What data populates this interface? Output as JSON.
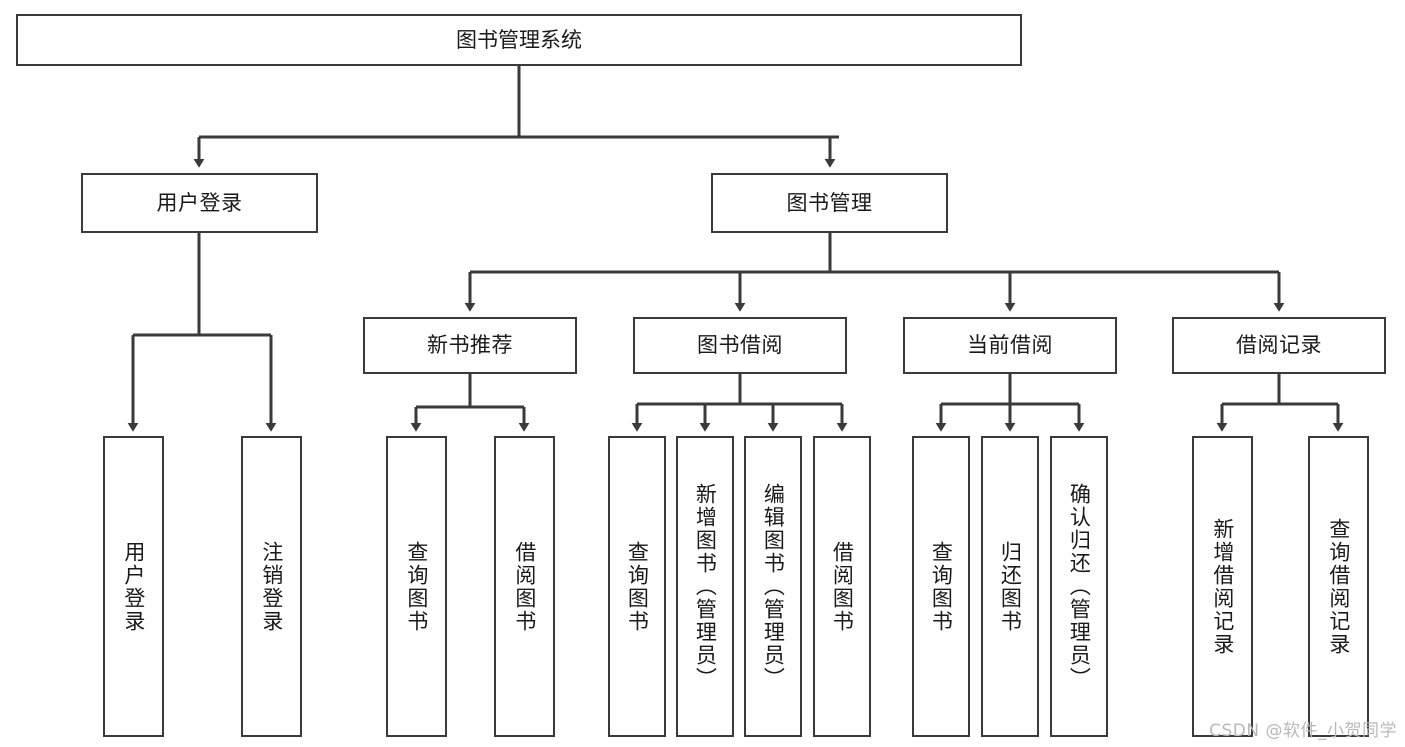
{
  "diagram": {
    "type": "tree-hierarchy-diagram",
    "title": "图书管理系统",
    "stroke_color": "#3a3a3a",
    "background_color": "#ffffff",
    "text_color": "#1a1a1a",
    "watermark": "CSDN @软件_小贺同学",
    "levels": [
      {
        "level": 1,
        "nodes": [
          {
            "id": "root",
            "label": "图书管理系统",
            "orientation": "horizontal"
          }
        ]
      },
      {
        "level": 2,
        "nodes": [
          {
            "id": "login",
            "label": "用户登录",
            "orientation": "horizontal",
            "parent": "root"
          },
          {
            "id": "bookmgmt",
            "label": "图书管理",
            "orientation": "horizontal",
            "parent": "root"
          }
        ]
      },
      {
        "level": 3,
        "nodes": [
          {
            "id": "newbook",
            "label": "新书推荐",
            "orientation": "horizontal",
            "parent": "bookmgmt"
          },
          {
            "id": "borrow",
            "label": "图书借阅",
            "orientation": "horizontal",
            "parent": "bookmgmt"
          },
          {
            "id": "current",
            "label": "当前借阅",
            "orientation": "horizontal",
            "parent": "bookmgmt"
          },
          {
            "id": "records",
            "label": "借阅记录",
            "orientation": "horizontal",
            "parent": "bookmgmt"
          }
        ]
      },
      {
        "level": 4,
        "nodes": [
          {
            "id": "leaf-1",
            "label": "用户登录",
            "orientation": "vertical",
            "parent": "login"
          },
          {
            "id": "leaf-2",
            "label": "注销登录",
            "orientation": "vertical",
            "parent": "login"
          },
          {
            "id": "leaf-3",
            "label": "查询图书",
            "orientation": "vertical",
            "parent": "newbook"
          },
          {
            "id": "leaf-4",
            "label": "借阅图书",
            "orientation": "vertical",
            "parent": "newbook"
          },
          {
            "id": "leaf-5",
            "label": "查询图书",
            "orientation": "vertical",
            "parent": "borrow"
          },
          {
            "id": "leaf-6",
            "label": "新增图书（管理员）",
            "orientation": "vertical",
            "parent": "borrow"
          },
          {
            "id": "leaf-7",
            "label": "编辑图书（管理员）",
            "orientation": "vertical",
            "parent": "borrow"
          },
          {
            "id": "leaf-8",
            "label": "借阅图书",
            "orientation": "vertical",
            "parent": "borrow"
          },
          {
            "id": "leaf-9",
            "label": "查询图书",
            "orientation": "vertical",
            "parent": "current"
          },
          {
            "id": "leaf-10",
            "label": "归还图书",
            "orientation": "vertical",
            "parent": "current"
          },
          {
            "id": "leaf-11",
            "label": "确认归还（管理员）",
            "orientation": "vertical",
            "parent": "current"
          },
          {
            "id": "leaf-12",
            "label": "新增借阅记录",
            "orientation": "vertical",
            "parent": "records"
          },
          {
            "id": "leaf-13",
            "label": "查询借阅记录",
            "orientation": "vertical",
            "parent": "records"
          }
        ]
      }
    ]
  }
}
